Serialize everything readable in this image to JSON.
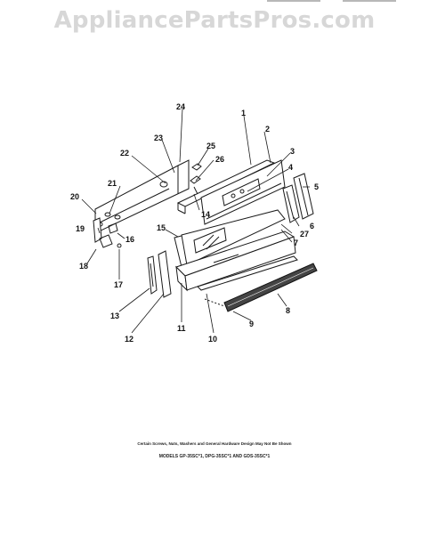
{
  "watermark": "AppliancePartsPros.com",
  "diagram": {
    "callouts": [
      "24",
      "1",
      "2",
      "23",
      "22",
      "25",
      "26",
      "3",
      "4",
      "21",
      "20",
      "14",
      "5",
      "19",
      "16",
      "15",
      "6",
      "27",
      "7",
      "18",
      "17",
      "13",
      "12",
      "11",
      "10",
      "9",
      "8"
    ]
  },
  "footer": {
    "note": "Certain Screws, Nuts, Washers and General Hardware Design May Not Be Shown",
    "models": "MODELS GP-35SC*1, DPG-35SC*1 AND GDS-35SC*1"
  }
}
